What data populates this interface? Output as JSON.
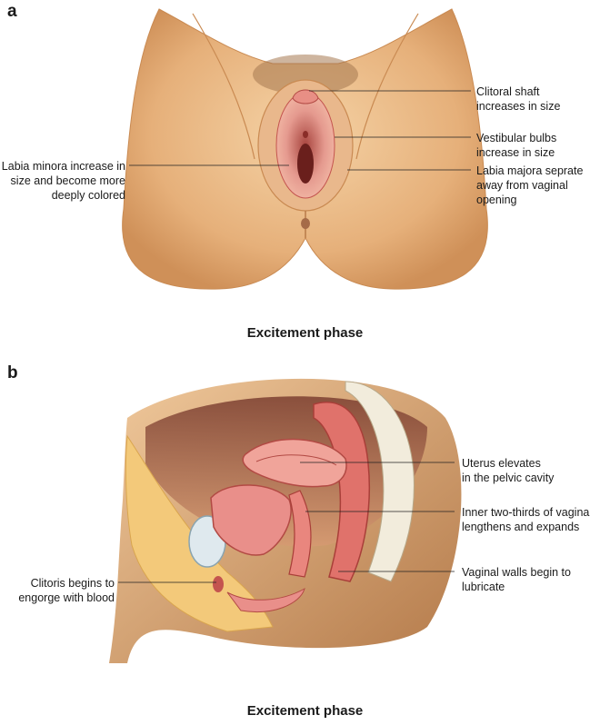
{
  "panel_a": {
    "letter": "a",
    "caption": "Excitement phase",
    "labels": {
      "clitoral_shaft": "Clitoral shaft\nincreases in size",
      "vestibular_bulbs": "Vestibular bulbs\nincrease in size",
      "labia_minora": "Labia minora increase in\nsize and become more\ndeeply colored",
      "labia_majora": "Labia majora seprate\naway from vaginal opening"
    }
  },
  "panel_b": {
    "letter": "b",
    "caption": "Excitement phase",
    "labels": {
      "uterus": "Uterus elevates\nin the pelvic cavity",
      "vagina_inner": "Inner two-thirds of vagina\nlengthens and expands",
      "vaginal_walls": "Vaginal walls begin to\nlubricate",
      "clitoris": "Clitoris begins to\nengorge with blood"
    }
  },
  "colors": {
    "skin": "#e8b985",
    "skin_dark": "#c98a52",
    "tissue": "#e98f8a",
    "tissue_dark": "#c4544f",
    "fat": "#f3c97a",
    "bone": "#f2ecdc",
    "line": "#222222"
  }
}
